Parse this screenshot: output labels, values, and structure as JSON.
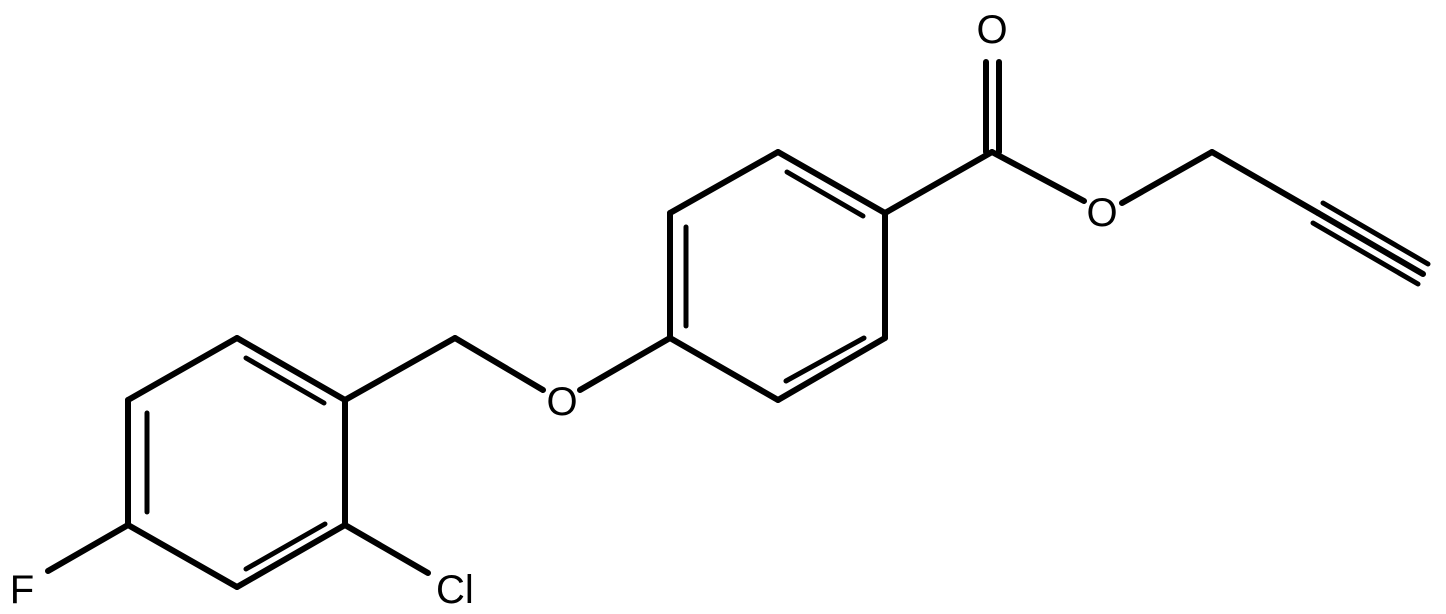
{
  "molecule": {
    "atom_labels": {
      "carbonyl_oxygen": "O",
      "ester_oxygen": "O",
      "ether_oxygen": "O",
      "fluorine": "F",
      "chlorine": "Cl"
    },
    "bond_types": [
      "single",
      "double",
      "triple",
      "aromatic"
    ]
  }
}
